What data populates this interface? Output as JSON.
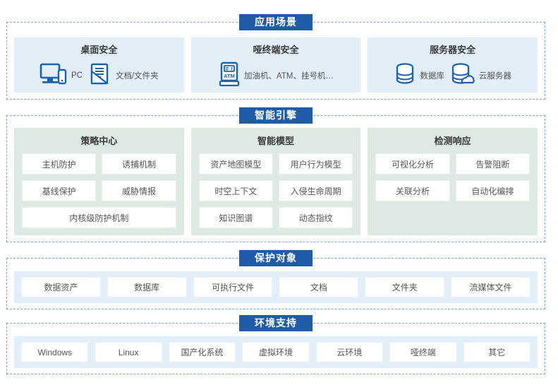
{
  "sections": [
    {
      "id": "scenes",
      "banner": "应用场景",
      "cards": [
        {
          "title": "桌面安全",
          "items": [
            {
              "icon": "monitor-phone-icon",
              "label": "PC"
            },
            {
              "icon": "document-folder-icon",
              "label": "文档/文件夹"
            }
          ]
        },
        {
          "title": "哑终端安全",
          "items": [
            {
              "icon": "atm-kiosk-icon",
              "label": "加油机、ATM、挂号机…"
            }
          ]
        },
        {
          "title": "服务器安全",
          "items": [
            {
              "icon": "database-icon",
              "label": "数据库"
            },
            {
              "icon": "cloud-server-icon",
              "label": "云服务器"
            }
          ]
        }
      ]
    },
    {
      "id": "engine",
      "banner": "智能引擎",
      "columns": [
        {
          "title": "策略中心",
          "chips": [
            "主机防护",
            "诱捕机制",
            "基线保护",
            "威胁情报"
          ],
          "wide_chips": [
            "内核级防护机制"
          ]
        },
        {
          "title": "智能模型",
          "chips": [
            "资产地图模型",
            "用户行为模型",
            "时空上下文",
            "入侵生命周期",
            "知识图谱",
            "动态指纹"
          ],
          "wide_chips": []
        },
        {
          "title": "检测响应",
          "chips": [
            "可视化分析",
            "告警阻断",
            "关联分析",
            "自动化编排"
          ],
          "wide_chips": []
        }
      ]
    },
    {
      "id": "objects",
      "banner": "保护对象",
      "chips": [
        "数据资产",
        "数据库",
        "可执行文件",
        "文档",
        "文件夹",
        "流媒体文件"
      ]
    },
    {
      "id": "env",
      "banner": "环境支持",
      "chips": [
        "Windows",
        "Linux",
        "国产化系统",
        "虚拟环境",
        "云环境",
        "哑终端",
        "其它"
      ]
    }
  ],
  "colors": {
    "banner_bg": "#1f5ba6",
    "banner_text": "#ffffff",
    "dashed_border": "#7ba7d7",
    "scene_panel_bg": "#e2eff9",
    "engine_panel_bg": "#dde9e2",
    "chip_bg": "#ffffff",
    "icon_blue": "#1c62ab",
    "text": "#555555"
  }
}
